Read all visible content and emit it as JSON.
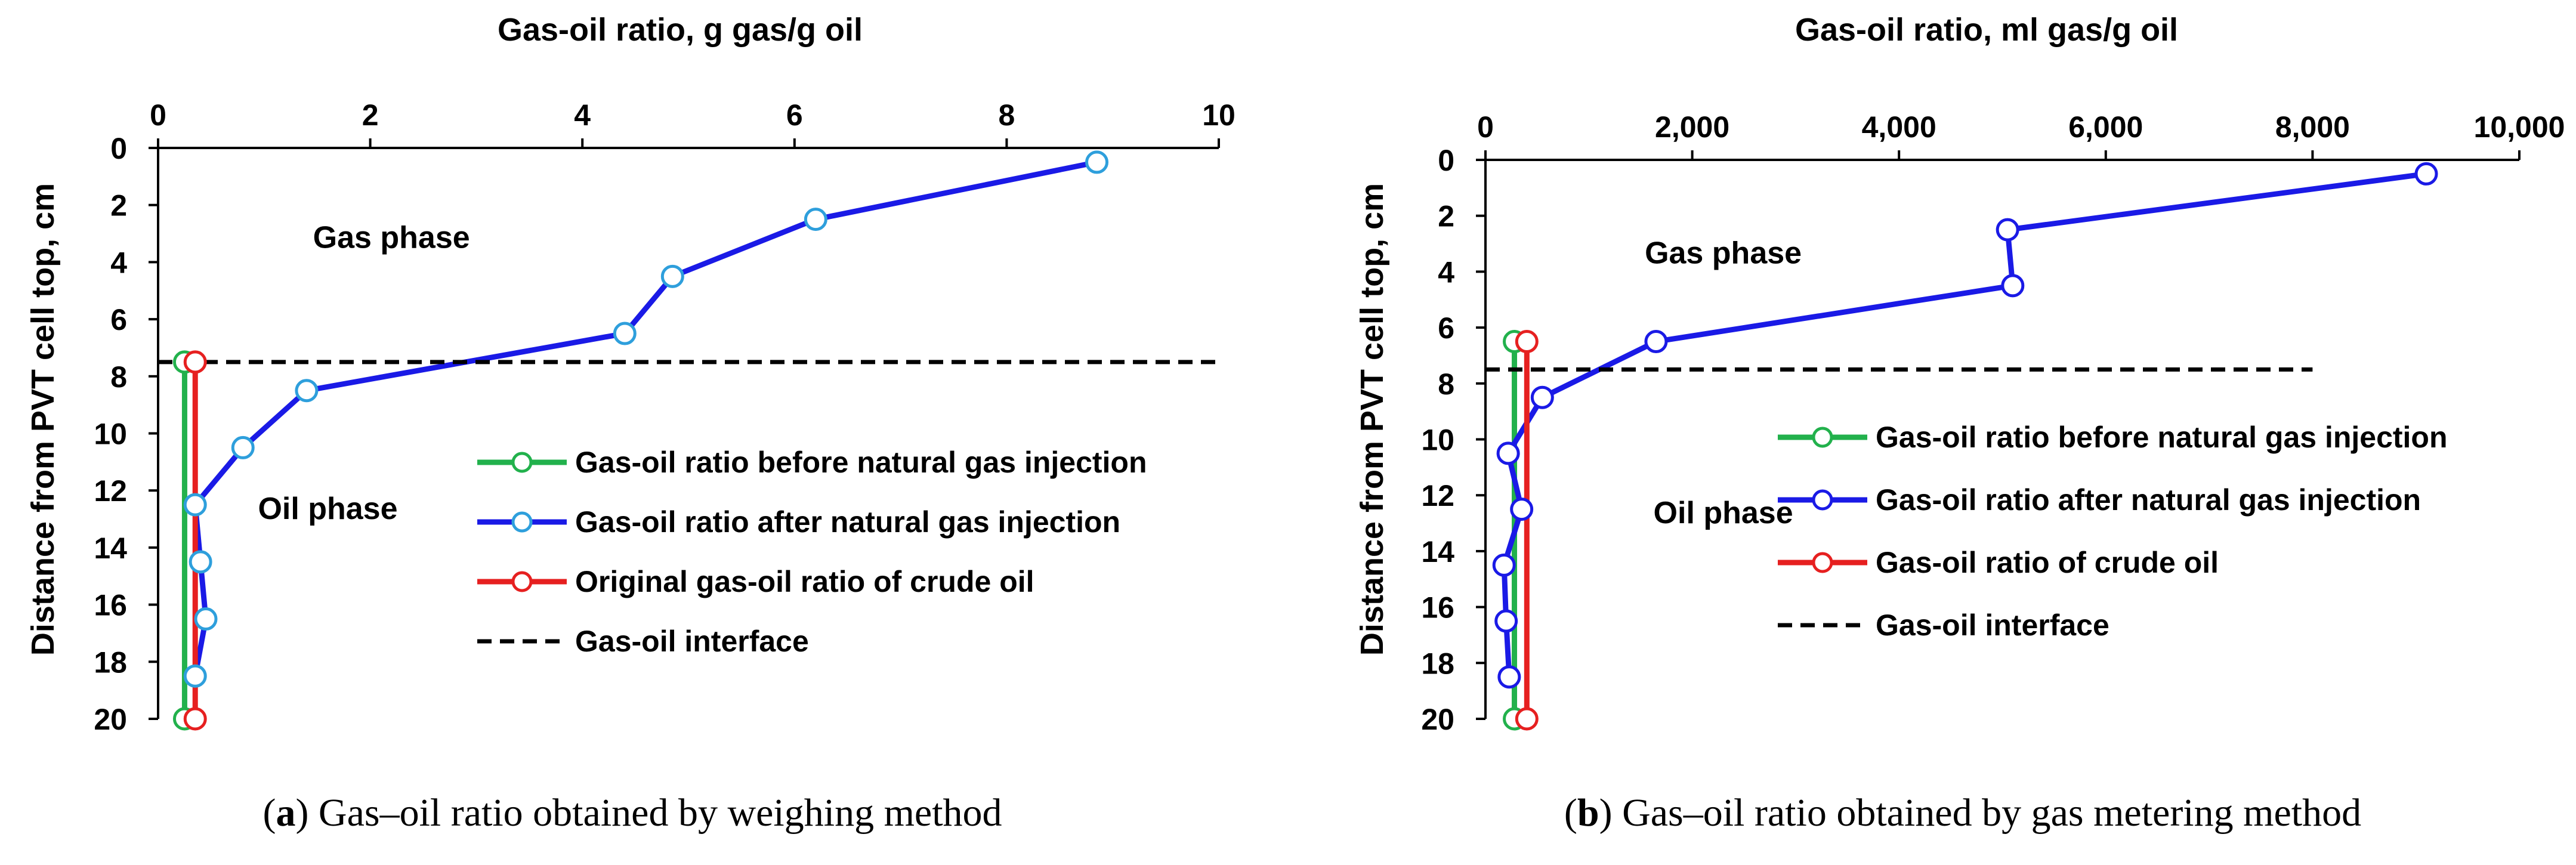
{
  "chart_data": [
    {
      "type": "line",
      "caption_letter": "a",
      "caption_text": "Gas–oil ratio obtained by weighing method",
      "xlabel": "Gas-oil ratio, g gas/g oil",
      "ylabel": "Distance from PVT cell top, cm",
      "xlim": [
        0,
        10
      ],
      "ylim": [
        20,
        0
      ],
      "y_inverted": true,
      "x_axis_position": "top",
      "x_ticks": [
        0,
        2,
        4,
        6,
        8,
        10
      ],
      "x_tick_labels": [
        "0",
        "2",
        "4",
        "6",
        "8",
        "10"
      ],
      "y_ticks": [
        0,
        2,
        4,
        6,
        8,
        10,
        12,
        14,
        16,
        18,
        20
      ],
      "y_tick_labels": [
        "0",
        "2",
        "4",
        "6",
        "8",
        "10",
        "12",
        "14",
        "16",
        "18",
        "20"
      ],
      "grid": false,
      "legend_position": "lower-right",
      "annotations": [
        {
          "text": "Gas phase",
          "x": 2.2,
          "y": 3.5
        },
        {
          "text": "Oil phase",
          "x": 1.6,
          "y": 13.0
        }
      ],
      "series": [
        {
          "name": "Gas-oil ratio before natural gas injection",
          "color": "#22b14c",
          "marker": "open-circle",
          "marker_color": "#22b14c",
          "dash": "solid",
          "points": [
            [
              0.25,
              7.5
            ],
            [
              0.25,
              20
            ]
          ]
        },
        {
          "name": "Gas-oil ratio after natural gas injection",
          "color": "#1a1ae6",
          "marker": "open-circle",
          "marker_color": "#2e9fdc",
          "dash": "solid",
          "points": [
            [
              8.85,
              0.5
            ],
            [
              6.2,
              2.5
            ],
            [
              4.85,
              4.5
            ],
            [
              4.4,
              6.5
            ],
            [
              1.4,
              8.5
            ],
            [
              0.8,
              10.5
            ],
            [
              0.35,
              12.5
            ],
            [
              0.4,
              14.5
            ],
            [
              0.45,
              16.5
            ],
            [
              0.35,
              18.5
            ]
          ]
        },
        {
          "name": "Original gas-oil ratio of crude oil",
          "color": "#e62020",
          "marker": "open-circle",
          "marker_color": "#e62020",
          "dash": "solid",
          "points": [
            [
              0.35,
              7.5
            ],
            [
              0.35,
              20
            ]
          ]
        },
        {
          "name": "Gas-oil interface",
          "color": "#000000",
          "marker": "none",
          "dash": "dashed",
          "points": [
            [
              0,
              7.5
            ],
            [
              10,
              7.5
            ]
          ]
        }
      ]
    },
    {
      "type": "line",
      "caption_letter": "b",
      "caption_text": "Gas–oil ratio obtained by gas metering method",
      "xlabel": "Gas-oil ratio, ml gas/g oil",
      "ylabel": "Distance from PVT cell top, cm",
      "xlim": [
        0,
        10000
      ],
      "ylim": [
        20,
        0
      ],
      "y_inverted": true,
      "x_axis_position": "top",
      "x_ticks": [
        0,
        2000,
        4000,
        6000,
        8000,
        10000
      ],
      "x_tick_labels": [
        "0",
        "2,000",
        "4,000",
        "6,000",
        "8,000",
        "10,000"
      ],
      "y_ticks": [
        0,
        2,
        4,
        6,
        8,
        10,
        12,
        14,
        16,
        18,
        20
      ],
      "y_tick_labels": [
        "0",
        "2",
        "4",
        "6",
        "8",
        "10",
        "12",
        "14",
        "16",
        "18",
        "20"
      ],
      "grid": false,
      "legend_position": "lower-right",
      "annotations": [
        {
          "text": "Gas phase",
          "x": 2300,
          "y": 3.7
        },
        {
          "text": "Oil phase",
          "x": 2300,
          "y": 13.0
        }
      ],
      "series": [
        {
          "name": "Gas-oil ratio before natural gas injection",
          "color": "#22b14c",
          "marker": "open-circle",
          "marker_color": "#22b14c",
          "dash": "solid",
          "points": [
            [
              280,
              6.5
            ],
            [
              280,
              20
            ]
          ]
        },
        {
          "name": "Gas-oil ratio after natural gas injection",
          "color": "#1a1ae6",
          "marker": "open-circle",
          "marker_color": "#1a1ae6",
          "dash": "solid",
          "points": [
            [
              9100,
              0.5
            ],
            [
              5050,
              2.5
            ],
            [
              5100,
              4.5
            ],
            [
              1650,
              6.5
            ],
            [
              550,
              8.5
            ],
            [
              220,
              10.5
            ],
            [
              350,
              12.5
            ],
            [
              180,
              14.5
            ],
            [
              200,
              16.5
            ],
            [
              230,
              18.5
            ]
          ]
        },
        {
          "name": "Gas-oil ratio of crude oil",
          "color": "#e62020",
          "marker": "open-circle",
          "marker_color": "#e62020",
          "dash": "solid",
          "points": [
            [
              400,
              6.5
            ],
            [
              400,
              20
            ]
          ]
        },
        {
          "name": "Gas-oil interface",
          "color": "#000000",
          "marker": "none",
          "dash": "dashed",
          "points": [
            [
              0,
              7.5
            ],
            [
              8000,
              7.5
            ]
          ]
        }
      ]
    }
  ]
}
